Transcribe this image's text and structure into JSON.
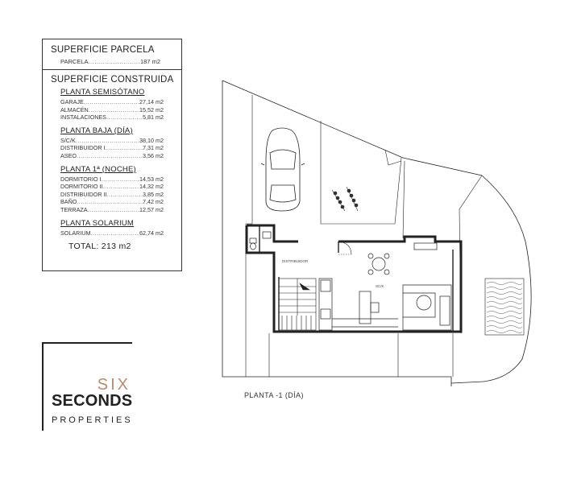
{
  "table": {
    "parcel_title": "SUPERFICIE PARCELA",
    "parcel_label": "PARCELA",
    "parcel_value": "187 m2",
    "built_title": "SUPERFICIE CONSTRUIDA",
    "sections": [
      {
        "title": "PLANTA SEMISÓTANO",
        "rows": [
          {
            "label": "GARAJE",
            "value": "27,14 m2"
          },
          {
            "label": "ALMACÉN",
            "value": "15,52 m2"
          },
          {
            "label": "INSTALACIONES",
            "value": "5,81 m2"
          }
        ]
      },
      {
        "title": "PLANTA BAJA (DÍA)",
        "rows": [
          {
            "label": "S/C/K",
            "value": "38,10 m2"
          },
          {
            "label": "DISTRIBUIDOR I",
            "value": "7,31 m2"
          },
          {
            "label": "ASEO",
            "value": "3,56 m2"
          }
        ]
      },
      {
        "title": "PLANTA 1ª (NOCHE)",
        "rows": [
          {
            "label": "DORMITORIO I",
            "value": "14,53 m2"
          },
          {
            "label": "DORMITORIO II",
            "value": "14,32 m2"
          },
          {
            "label": "DISTRIBUIDOR II",
            "value": "3,85 m2"
          },
          {
            "label": "BAÑO",
            "value": "7,42 m2"
          },
          {
            "label": "TERRAZA",
            "value": "12,57 m2"
          }
        ]
      },
      {
        "title": "PLANTA SOLARIUM",
        "rows": [
          {
            "label": "SOLARIUM",
            "value": "62,74 m2"
          }
        ]
      }
    ],
    "total": "TOTAL: 213 m2"
  },
  "logo": {
    "six": "SIX",
    "seconds": "SECONDS",
    "properties": "PROPERTIES"
  },
  "plan": {
    "caption": "PLANTA -1 (DÍA)",
    "room_distribuidor": "DISTRIBUIDOR",
    "room_sck": "SC/K"
  }
}
